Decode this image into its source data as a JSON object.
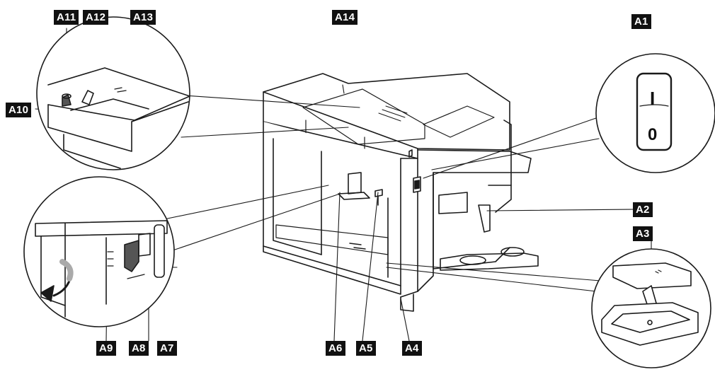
{
  "figure": {
    "callouts": {
      "a1": "A1",
      "a2": "A2",
      "a3": "A3",
      "a4": "A4",
      "a5": "A5",
      "a6": "A6",
      "a7": "A7",
      "a8": "A8",
      "a9": "A9",
      "a10": "A10",
      "a11": "A11",
      "a12": "A12",
      "a13": "A13",
      "a14": "A14"
    },
    "switch_marks": {
      "on": "I",
      "off": "0"
    }
  }
}
